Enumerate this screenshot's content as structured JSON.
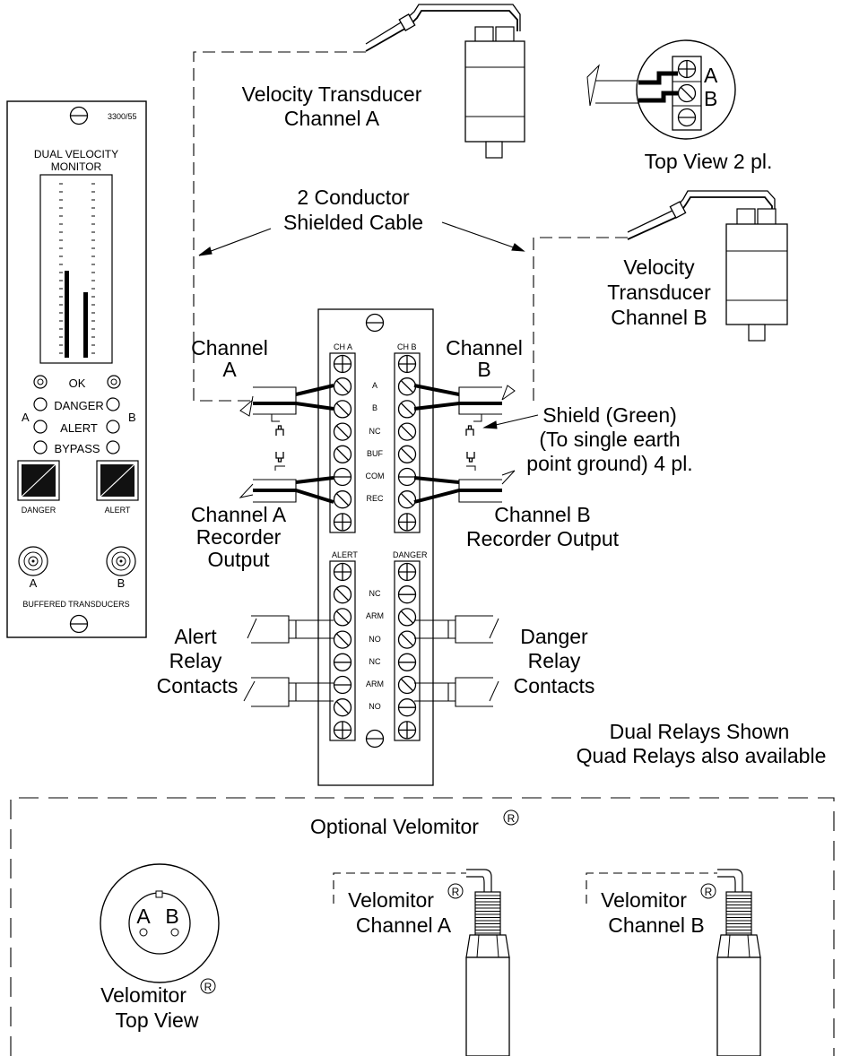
{
  "monitor": {
    "model": "3300/55",
    "title_line1": "DUAL VELOCITY",
    "title_line2": "MONITOR",
    "status_leds": [
      "OK",
      "DANGER",
      "ALERT",
      "BYPASS"
    ],
    "channel_a": "A",
    "channel_b": "B",
    "danger_button": "DANGER",
    "alert_button": "ALERT",
    "bnc_a": "A",
    "bnc_b": "B",
    "footer": "BUFFERED TRANSDUCERS"
  },
  "transducer_a": {
    "line1": "Velocity Transducer",
    "line2": "Channel A"
  },
  "top_view": {
    "terminal_a": "A",
    "terminal_b": "B",
    "caption": "Top View  2 pl."
  },
  "cable": {
    "line1": "2 Conductor",
    "line2": "Shielded Cable"
  },
  "transducer_b": {
    "line1": "Velocity",
    "line2": "Transducer",
    "line3": "Channel B"
  },
  "terminal_block": {
    "ch_a_header": "CH A",
    "ch_b_header": "CH B",
    "upper_pins": [
      "A",
      "B",
      "NC",
      "BUF",
      "COM",
      "REC"
    ],
    "alert_header": "ALERT",
    "danger_header": "DANGER",
    "lower_pins": [
      "NC",
      "ARM",
      "NO",
      "NC",
      "ARM",
      "NO"
    ]
  },
  "labels": {
    "channel_a_1": "Channel",
    "channel_a_2": "A",
    "channel_b_1": "Channel",
    "channel_b_2": "B",
    "shield_1": "Shield (Green)",
    "shield_2": "(To single earth",
    "shield_3": "point ground) 4 pl.",
    "rec_a_1": "Channel A",
    "rec_a_2": "Recorder",
    "rec_a_3": "Output",
    "rec_b_1": "Channel B",
    "rec_b_2": "Recorder Output",
    "alert_1": "Alert",
    "alert_2": "Relay",
    "alert_3": "Contacts",
    "danger_1": "Danger",
    "danger_2": "Relay",
    "danger_3": "Contacts",
    "relays_1": "Dual Relays Shown",
    "relays_2": "Quad Relays also available"
  },
  "optional": {
    "title": "Optional Velomitor",
    "reg": "R",
    "top_view_a": "A",
    "top_view_b": "B",
    "top_view_1": "Velomitor",
    "top_view_2": "Top View",
    "vel_a_1": "Velomitor",
    "vel_a_2": "Channel A",
    "vel_b_1": "Velomitor",
    "vel_b_2": "Channel B"
  }
}
